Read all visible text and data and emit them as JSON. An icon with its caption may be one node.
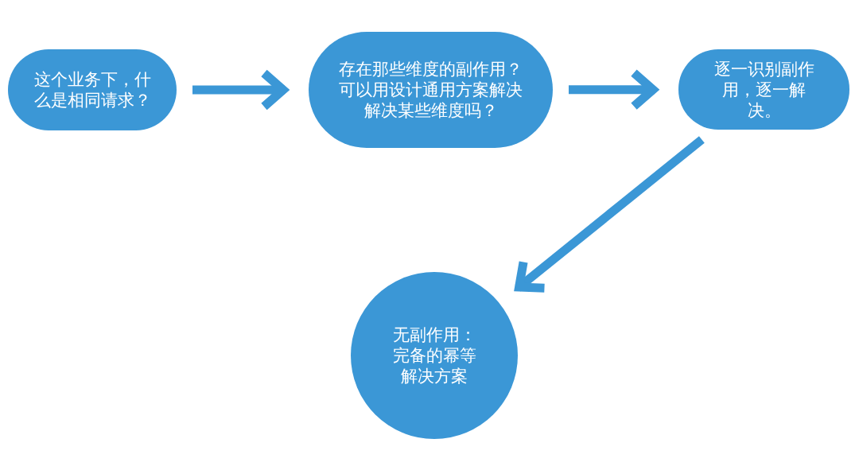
{
  "diagram": {
    "nodes": [
      {
        "text": [
          "这个业务下，什么是相同请求？"
        ]
      },
      {
        "text": [
          "存在那些维度的副作用？可以用设计通用方案解决解决某些维度吗？"
        ]
      },
      {
        "text": [
          "逐一识别副作用，逐一解决。"
        ]
      },
      {
        "text": [
          "无副作用：完备的幂等解决方案"
        ]
      }
    ],
    "edges": [
      {
        "from": 0,
        "to": 1,
        "arrow": "to"
      },
      {
        "from": 1,
        "to": 2,
        "arrow": "to"
      },
      {
        "from": 2,
        "to": 3,
        "arrow": "to"
      }
    ]
  }
}
